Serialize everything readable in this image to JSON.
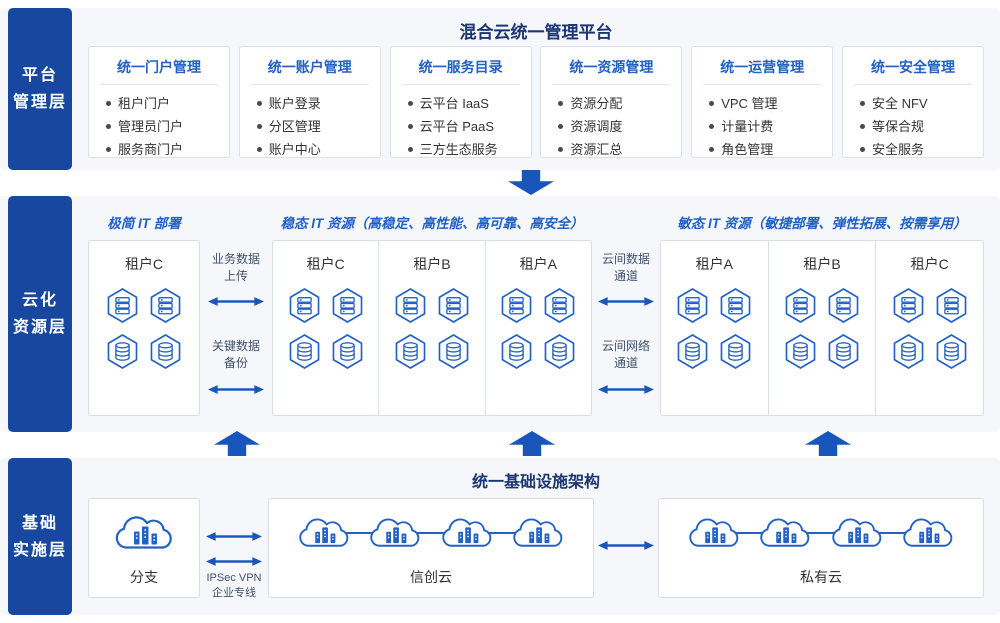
{
  "colors": {
    "brand_navy": "#1b3672",
    "brand_blue": "#2261c5",
    "arrow_blue": "#1856bb",
    "layer_label_bg": "#17479e"
  },
  "platform_layer": {
    "side_label": [
      "平台",
      "管理层"
    ],
    "title": "混合云统一管理平台",
    "modules": [
      {
        "title": "统一门户管理",
        "items": [
          "租户门户",
          "管理员门户",
          "服务商门户"
        ]
      },
      {
        "title": "统一账户管理",
        "items": [
          "账户登录",
          "分区管理",
          "账户中心"
        ]
      },
      {
        "title": "统一服务目录",
        "items": [
          "云平台 IaaS",
          "云平台 PaaS",
          "三方生态服务"
        ]
      },
      {
        "title": "统一资源管理",
        "items": [
          "资源分配",
          "资源调度",
          "资源汇总"
        ]
      },
      {
        "title": "统一运营管理",
        "items": [
          "VPC 管理",
          "计量计费",
          "角色管理"
        ]
      },
      {
        "title": "统一安全管理",
        "items": [
          "安全 NFV",
          "等保合规",
          "安全服务"
        ]
      }
    ]
  },
  "resource_layer": {
    "side_label": [
      "云化",
      "资源层"
    ],
    "left_group": {
      "title": "极简 IT 部署",
      "tenants": [
        {
          "name": "租户C"
        }
      ]
    },
    "left_links": [
      {
        "lines": [
          "业务数据",
          "上传"
        ]
      },
      {
        "lines": [
          "关键数据",
          "备份"
        ]
      }
    ],
    "middle_group": {
      "title": "稳态 IT 资源（高稳定、高性能、高可靠、高安全）",
      "tenants": [
        {
          "name": "租户C"
        },
        {
          "name": "租户B"
        },
        {
          "name": "租户A"
        }
      ]
    },
    "right_links": [
      {
        "lines": [
          "云间数据",
          "通道"
        ]
      },
      {
        "lines": [
          "云间网络",
          "通道"
        ]
      }
    ],
    "right_group": {
      "title": "敏态 IT 资源（敏捷部署、弹性拓展、按需享用）",
      "tenants": [
        {
          "name": "租户A"
        },
        {
          "name": "租户B"
        },
        {
          "name": "租户C"
        }
      ]
    }
  },
  "infra_layer": {
    "side_label": [
      "基础",
      "实施层"
    ],
    "title": "统一基础设施架构",
    "branch": {
      "name": "分支"
    },
    "vpn_link": {
      "lines": [
        "IPSec VPN",
        "企业专线"
      ]
    },
    "xinchuang_cloud": {
      "name": "信创云"
    },
    "private_cloud": {
      "name": "私有云"
    }
  }
}
